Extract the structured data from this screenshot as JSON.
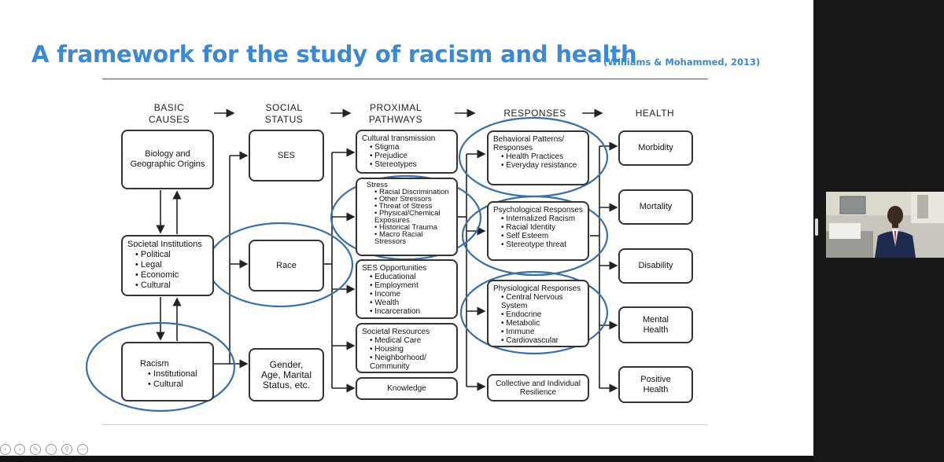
{
  "slide": {
    "title": "A framework for the study of racism and health",
    "citation": "(Williams & Mohammed, 2013)"
  },
  "headers": {
    "basic": [
      "BASIC",
      "CAUSES"
    ],
    "social": [
      "SOCIAL",
      "STATUS"
    ],
    "proximal": [
      "PROXIMAL",
      "PATHWAYS"
    ],
    "responses": "RESPONSES",
    "health": "HEALTH"
  },
  "basic_causes": {
    "biology": "Biology and Geographic Origins",
    "institutions_title": "Societal Institutions",
    "institutions_items": [
      "Political",
      "Legal",
      "Economic",
      "Cultural"
    ],
    "racism_title": "Racism",
    "racism_items": [
      "Institutional",
      "Cultural"
    ]
  },
  "social_status": {
    "ses": "SES",
    "race": "Race",
    "gender": "Gender, Age, Marital Status, etc."
  },
  "pathways": {
    "cultural_title": "Cultural transmission",
    "cultural_items": [
      "Stigma",
      "Prejudice",
      "Stereotypes"
    ],
    "stress_title": "Stress",
    "stress_items": [
      "Racial Discrimination",
      "Other Stressors",
      "Threat of Stress",
      "Physical/Chemical Exposures",
      "Historical Trauma",
      "Macro Racial Stressors"
    ],
    "ses_title": "SES Opportunities",
    "ses_items": [
      "Educational",
      "Employment",
      "Income",
      "Wealth",
      "Incarceration"
    ],
    "resources_title": "Societal Resources",
    "resources_items": [
      "Medical Care",
      "Housing",
      "Neighborhood/ Community"
    ],
    "knowledge": "Knowledge"
  },
  "responses": {
    "behavioral_title": "Behavioral Patterns/ Responses",
    "behavioral_items": [
      "Health Practices",
      "Everyday resistance"
    ],
    "psych_title": "Psychological Responses",
    "psych_items": [
      "Internalized Racism",
      "Racial Identity",
      "Self Esteem",
      "Stereotype threat"
    ],
    "physio_title": "Physiological Responses",
    "physio_items": [
      "Central Nervous System",
      "Endocrine",
      "Metabolic",
      "Immune",
      "Cardiovascular"
    ],
    "resilience": "Collective and Individual Resilience"
  },
  "health": {
    "morbidity": "Morbidity",
    "mortality": "Mortality",
    "disability": "Disability",
    "mental": "Mental Health",
    "positive": "Positive Health"
  },
  "colors": {
    "title": "#3b88d4",
    "highlight_ellipse": "#3a6fa6"
  }
}
